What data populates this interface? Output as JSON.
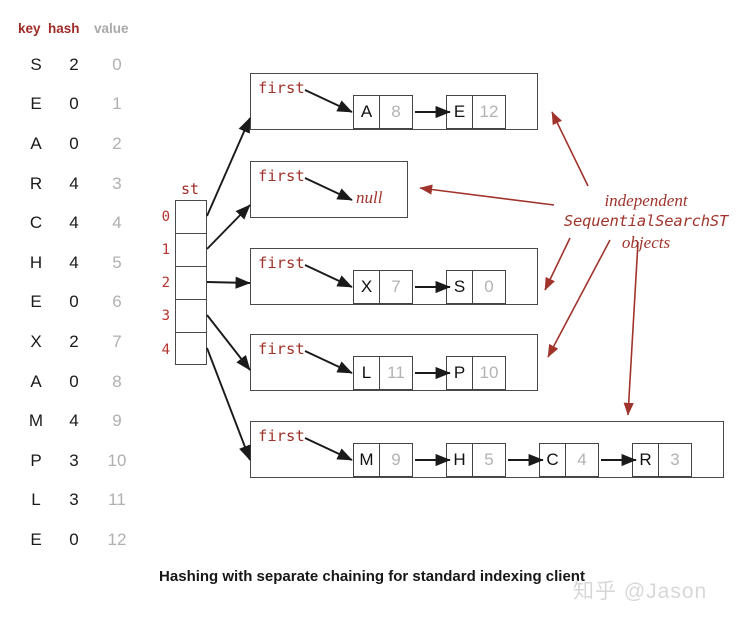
{
  "table": {
    "headers": {
      "key": "key",
      "hash": "hash",
      "value": "value"
    },
    "rows": [
      {
        "key": "S",
        "hash": "2",
        "value": "0"
      },
      {
        "key": "E",
        "hash": "0",
        "value": "1"
      },
      {
        "key": "A",
        "hash": "0",
        "value": "2"
      },
      {
        "key": "R",
        "hash": "4",
        "value": "3"
      },
      {
        "key": "C",
        "hash": "4",
        "value": "4"
      },
      {
        "key": "H",
        "hash": "4",
        "value": "5"
      },
      {
        "key": "E",
        "hash": "0",
        "value": "6"
      },
      {
        "key": "X",
        "hash": "2",
        "value": "7"
      },
      {
        "key": "A",
        "hash": "0",
        "value": "8"
      },
      {
        "key": "M",
        "hash": "4",
        "value": "9"
      },
      {
        "key": "P",
        "hash": "3",
        "value": "10"
      },
      {
        "key": "L",
        "hash": "3",
        "value": "11"
      },
      {
        "key": "E",
        "hash": "0",
        "value": "12"
      }
    ]
  },
  "array": {
    "label": "st",
    "indices": [
      "0",
      "1",
      "2",
      "3",
      "4"
    ]
  },
  "chains": [
    {
      "index": "0",
      "first_label": "first",
      "null_label": "",
      "nodes": [
        {
          "key": "A",
          "value": "8"
        },
        {
          "key": "E",
          "value": "12"
        }
      ]
    },
    {
      "index": "1",
      "first_label": "first",
      "null_label": "null",
      "nodes": []
    },
    {
      "index": "2",
      "first_label": "first",
      "null_label": "",
      "nodes": [
        {
          "key": "X",
          "value": "7"
        },
        {
          "key": "S",
          "value": "0"
        }
      ]
    },
    {
      "index": "3",
      "first_label": "first",
      "null_label": "",
      "nodes": [
        {
          "key": "L",
          "value": "11"
        },
        {
          "key": "P",
          "value": "10"
        }
      ]
    },
    {
      "index": "4",
      "first_label": "first",
      "null_label": "",
      "nodes": [
        {
          "key": "M",
          "value": "9"
        },
        {
          "key": "H",
          "value": "5"
        },
        {
          "key": "C",
          "value": "4"
        },
        {
          "key": "R",
          "value": "3"
        }
      ]
    }
  ],
  "annotation": {
    "line1": "independent",
    "line2": "SequentialSearchST",
    "line3": "objects"
  },
  "caption": "Hashing with separate chaining for standard indexing client",
  "watermark": "知乎 @Jason",
  "colors": {
    "accent_red": "#a0342c",
    "header_red": "#9e2b25",
    "value_gray": "#b0b0b0",
    "box_border": "#4a4a4a",
    "arrow_black": "#1a1a1a"
  }
}
